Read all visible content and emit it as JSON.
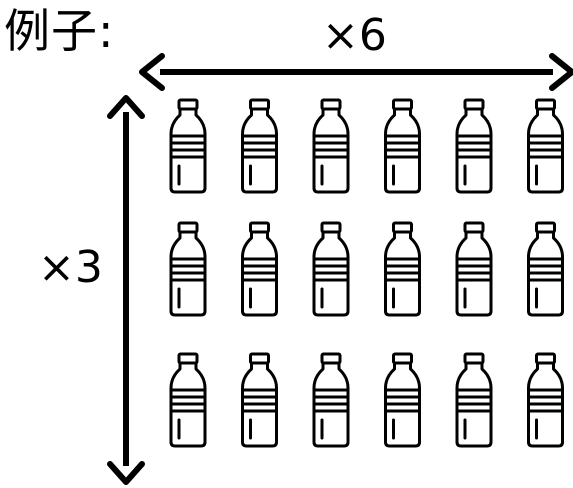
{
  "title": "例子:",
  "columns_label": "×6",
  "rows_label": "×3",
  "grid": {
    "rows": 3,
    "columns": 6,
    "item_icon": "bottle-icon"
  },
  "colors": {
    "stroke": "#000000",
    "background": "#ffffff"
  }
}
